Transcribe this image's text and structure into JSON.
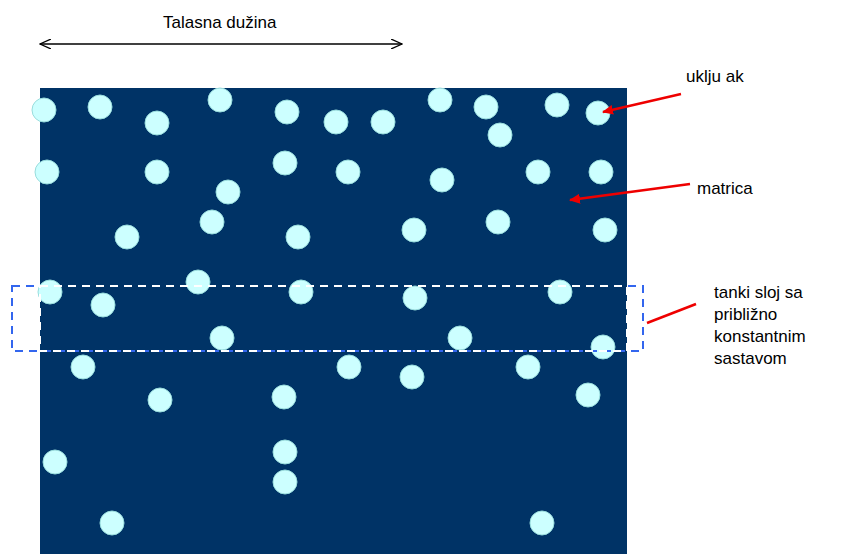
{
  "diagram": {
    "labels": [
      "Talasna dužina",
      "uklju ak",
      "matrica",
      "tanki sloj sa približno konstantnim sastavom"
    ]
  }
}
